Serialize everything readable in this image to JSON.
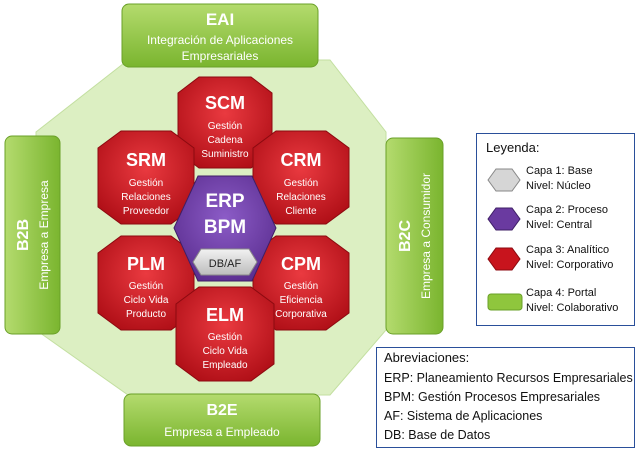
{
  "colors": {
    "octagon_fill": "#dcefc2",
    "green_band": "#8fc63d",
    "red_hex": "#c8141d",
    "purple_hex": "#6a3aa0",
    "gray_hex": "#d6d6d6",
    "frame_border": "#2a4f9a"
  },
  "bands": {
    "top": {
      "title": "EAI",
      "line1": "Integración de Aplicaciones",
      "line2": "Empresariales"
    },
    "bottom": {
      "title": "B2E",
      "subtitle": "Empresa a Empleado"
    },
    "left": {
      "title": "B2B",
      "subtitle": "Empresa a Empresa"
    },
    "right": {
      "title": "B2C",
      "subtitle": "Empresa a Consumidor"
    }
  },
  "hexes": {
    "scm": {
      "title": "SCM",
      "lines": [
        "Gestión",
        "Cadena",
        "Suministro"
      ]
    },
    "srm": {
      "title": "SRM",
      "lines": [
        "Gestión",
        "Relaciones",
        "Proveedor"
      ]
    },
    "crm": {
      "title": "CRM",
      "lines": [
        "Gestión",
        "Relaciones",
        "Cliente"
      ]
    },
    "plm": {
      "title": "PLM",
      "lines": [
        "Gestión",
        "Ciclo Vida",
        "Producto"
      ]
    },
    "cpm": {
      "title": "CPM",
      "lines": [
        "Gestión",
        "Eficiencia",
        "Corporativa"
      ]
    },
    "elm": {
      "title": "ELM",
      "lines": [
        "Gestión",
        "Ciclo Vida",
        "Empleado"
      ]
    },
    "center": {
      "line1": "ERP",
      "line2": "BPM"
    },
    "core": {
      "label": "DB/AF"
    }
  },
  "legend": {
    "title": "Leyenda:",
    "items": [
      {
        "line1": "Capa 1: Base",
        "line2": "Nivel: Núcleo",
        "color": "#d6d6d6"
      },
      {
        "line1": "Capa 2: Proceso",
        "line2": "Nivel: Central",
        "color": "#6a3aa0"
      },
      {
        "line1": "Capa 3: Analítico",
        "line2": "Nivel: Corporativo",
        "color": "#c8141d"
      },
      {
        "line1": "Capa 4: Portal",
        "line2": "Nivel: Colaborativo",
        "color": "#8fc63d"
      }
    ]
  },
  "abbreviations": {
    "title": "Abreviaciones:",
    "items": [
      "ERP: Planeamiento Recursos Empresariales",
      "BPM: Gestión Procesos Empresariales",
      "AF: Sistema de Aplicaciones",
      "DB: Base de Datos"
    ]
  }
}
